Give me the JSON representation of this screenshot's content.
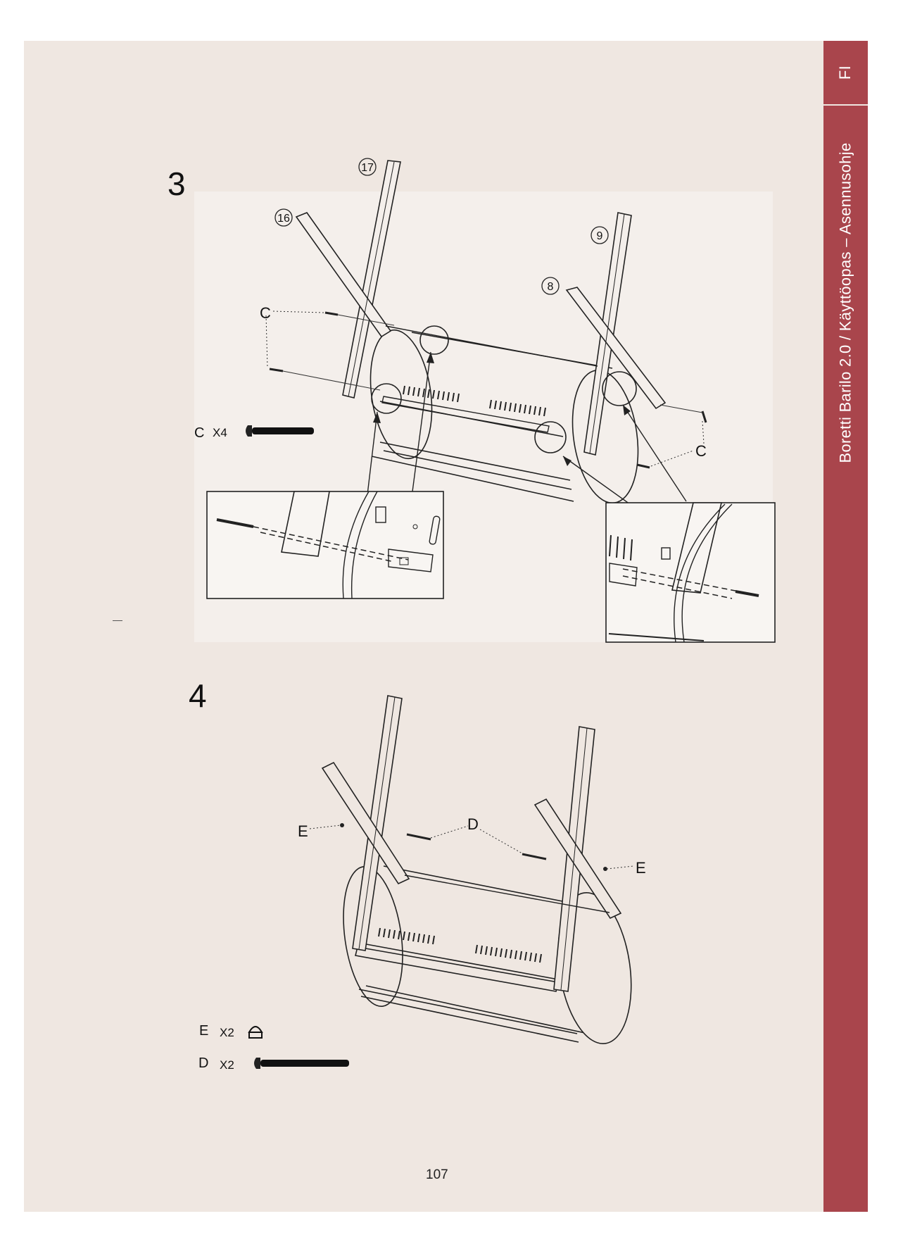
{
  "side_tab": {
    "language": "FI",
    "document_title": "Boretti Barilo 2.0 / Käyttöopas – Asennusohje"
  },
  "colors": {
    "page_bg": "#efe7e1",
    "band": "#a9454c"
  },
  "step3": {
    "number": "3",
    "callouts": {
      "p17": "17",
      "p16": "16",
      "p9": "9",
      "p8": "8"
    },
    "letter_left": "C",
    "letter_right": "C",
    "hardware": [
      {
        "letter": "C",
        "count": "X4",
        "icon": "bolt-icon"
      }
    ]
  },
  "step4": {
    "number": "4",
    "letters": {
      "e_left": "E",
      "d_mid": "D",
      "e_right": "E"
    },
    "hardware": [
      {
        "letter": "E",
        "count": "X2",
        "icon": "cap-nut-icon"
      },
      {
        "letter": "D",
        "count": "X2",
        "icon": "bolt-icon"
      }
    ]
  },
  "footer": {
    "page_number": "107"
  }
}
